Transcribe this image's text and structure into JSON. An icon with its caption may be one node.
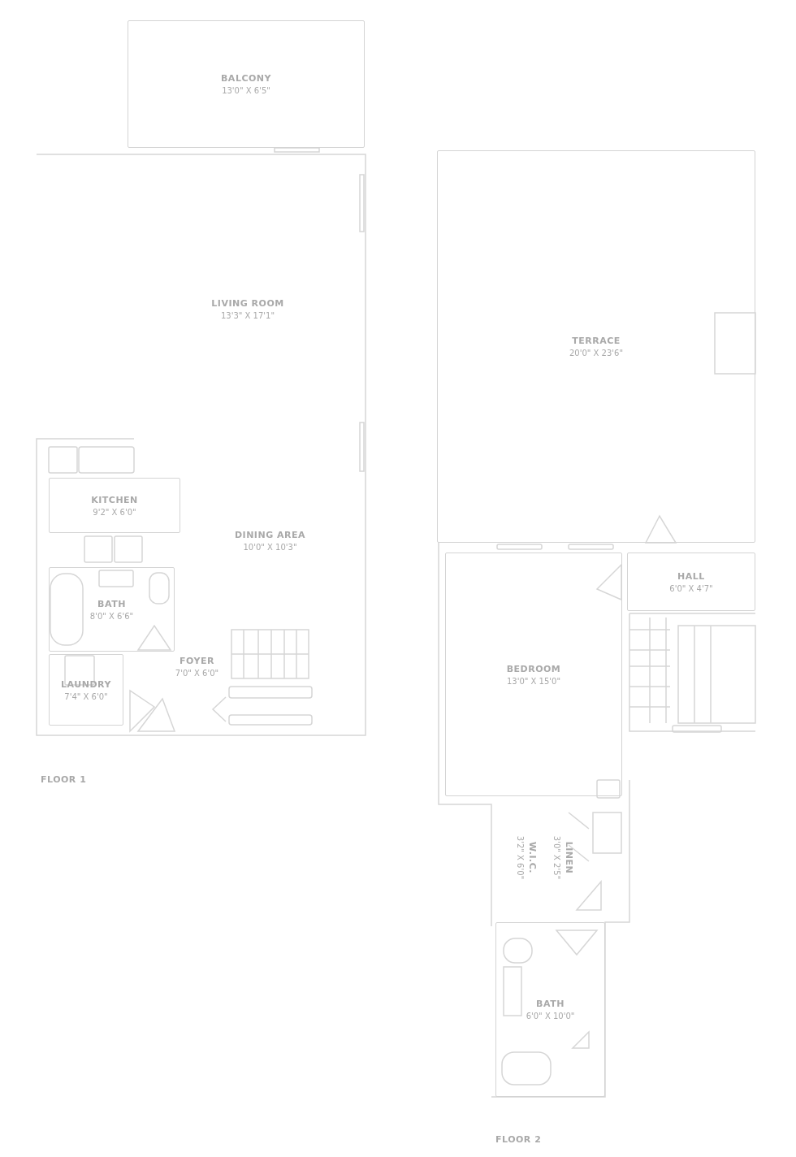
{
  "diagram": {
    "nodes": [
      {
        "text": [
          "BALCONY",
          "13'0\" X 6'5\""
        ]
      },
      {
        "text": [
          "LIVING ROOM",
          "13'3\" X 17'1\""
        ]
      },
      {
        "text": [
          "KITCHEN",
          "9'2\" X 6'0\""
        ]
      },
      {
        "text": [
          "DINING AREA",
          "10'0\" X 10'3\""
        ]
      },
      {
        "text": [
          "BATH",
          "8'0\" X 6'6\""
        ]
      },
      {
        "text": [
          "LAUNDRY",
          "7'4\" X 6'0\""
        ]
      },
      {
        "text": [
          "FOYER",
          "7'0\" X 6'0\""
        ]
      },
      {
        "text": [
          "TERRACE",
          "20'0\" X 23'6\""
        ]
      },
      {
        "text": [
          "HALL",
          "6'0\" X 4'7\""
        ]
      },
      {
        "text": [
          "BEDROOM",
          "13'0\" X 15'0\""
        ]
      },
      {
        "text": [
          "W.I.C.",
          "3'2\" X 6'0\""
        ]
      },
      {
        "text": [
          "LINEN",
          "3'0\" X 2'5\""
        ]
      },
      {
        "text": [
          "BATH",
          "6'0\" X 10'0\""
        ]
      }
    ],
    "labels": [
      "FLOOR 1",
      "FLOOR 2"
    ]
  }
}
